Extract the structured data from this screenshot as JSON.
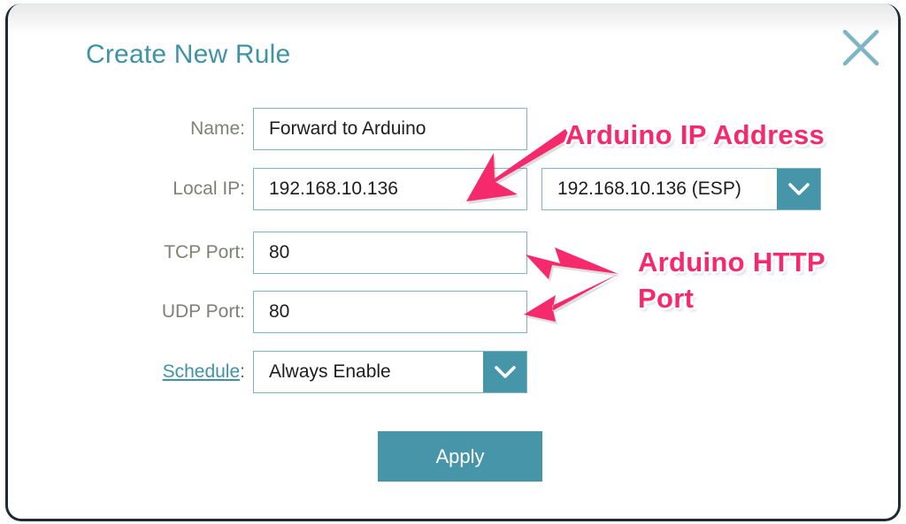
{
  "window": {
    "close_icon": "close-x-icon"
  },
  "dialog": {
    "title": "Create New Rule"
  },
  "form": {
    "rows": [
      {
        "label": "Name:",
        "value": "Forward to Arduino",
        "placeholder": ""
      },
      {
        "label": "Local IP:",
        "value": "192.168.10.136",
        "placeholder": ""
      },
      {
        "label": "TCP Port:",
        "value": "80",
        "placeholder": ""
      },
      {
        "label": "UDP Port:",
        "value": "80",
        "placeholder": ""
      }
    ],
    "local_ip_select": {
      "selected": "192.168.10.136 (ESP)",
      "arrow_icon": "chevron-down-icon"
    },
    "schedule": {
      "label_link": "Schedule",
      "label_colon": ":",
      "selected": "Always Enable",
      "arrow_icon": "chevron-down-icon"
    }
  },
  "actions": {
    "apply_label": "Apply"
  },
  "annotations": {
    "ip": {
      "text": "Arduino IP Address",
      "arrow_icon": "arrow-pointing-down-left-icon"
    },
    "ports": {
      "text": "Arduino HTTP\nPort",
      "arrow_icon": "double-arrow-pointing-left-icon"
    }
  },
  "colors": {
    "accent_teal": "#4795a9",
    "title_teal": "#3f93a6",
    "input_border": "#7fb4c4",
    "annotation_pink": "#f5296b",
    "label_gray": "#7d8274"
  }
}
